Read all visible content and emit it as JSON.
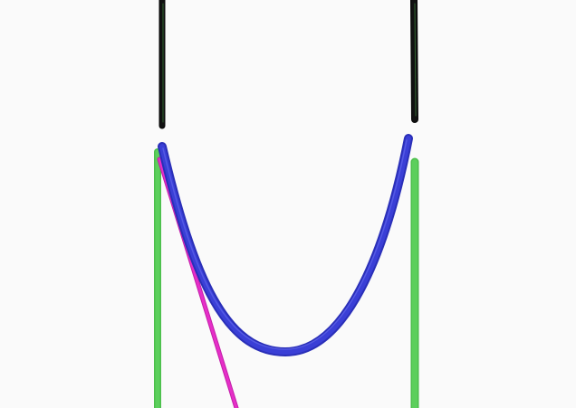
{
  "canvas": {
    "background": "#fafafa"
  },
  "strokes": [
    {
      "name": "left-black-stroke",
      "color": "#111111",
      "outline": "#0a0a0a",
      "highlight": "#4aa84a"
    },
    {
      "name": "right-black-stroke",
      "color": "#111111",
      "outline": "#0a0a0a",
      "highlight": "#4aa84a"
    },
    {
      "name": "left-green-stroke",
      "color": "#5ccf5c",
      "outline": "#4bbf4b",
      "highlight": "#5ccf5c"
    },
    {
      "name": "right-green-stroke",
      "color": "#5ccf5c",
      "outline": "#4bbf4b",
      "highlight": "#5ccf5c"
    },
    {
      "name": "magenta-diagonal-stroke",
      "color": "#e62ec8",
      "outline": "#c21fa8",
      "highlight": "#f06ad8"
    },
    {
      "name": "blue-curve-stroke",
      "color": "#3a3fd6",
      "outline": "#2a2fb8",
      "highlight": "#6a6ff0"
    }
  ]
}
